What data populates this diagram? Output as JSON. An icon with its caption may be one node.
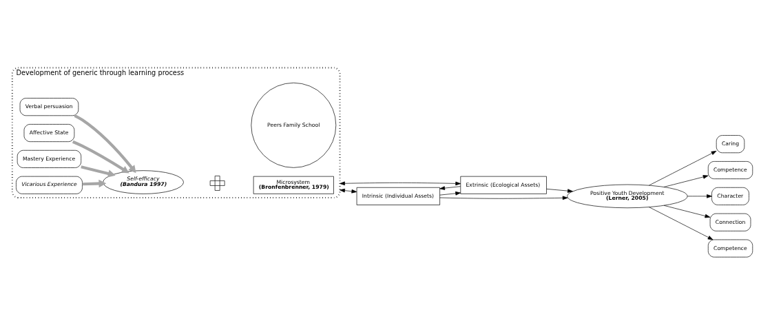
{
  "diagram": {
    "nodes": [
      {
        "text": [
          "Development of generic through learning process"
        ]
      },
      {
        "text": [
          "Verbal persuasion"
        ],
        "in": 0
      },
      {
        "text": [
          "Affective State"
        ],
        "in": 0
      },
      {
        "text": [
          "Mastery Experience"
        ],
        "in": 0
      },
      {
        "text": [
          "Self-efficacy",
          "(Bandura 1997)"
        ],
        "in": 0
      },
      {
        "text": [
          "Vicarious Experience"
        ],
        "in": 0
      },
      {
        "text": [],
        "shape": "cross",
        "in": 0
      },
      {
        "text": [
          "Microsystem",
          "(Bronfenbrenner, 1979)"
        ],
        "in": 0
      },
      {
        "text": [
          "Peers Family School"
        ],
        "in": 0
      },
      {
        "text": [
          "Intrinsic (Individual Assets)"
        ]
      },
      {
        "text": [
          "Extrinsic (Ecological Assets)"
        ]
      },
      {
        "text": [
          "Positive Youth Development",
          "(Lerner, 2005)"
        ]
      },
      {
        "text": [
          "Caring"
        ]
      },
      {
        "text": [
          "Competence"
        ]
      },
      {
        "text": [
          "Character"
        ]
      },
      {
        "text": [
          "Connection"
        ]
      },
      {
        "text": [
          "Competence"
        ]
      }
    ],
    "edges": [
      {
        "from": 1,
        "to": 4,
        "arrow": "to",
        "style": "thick",
        "color": "#a6a6a6"
      },
      {
        "from": 2,
        "to": 4,
        "arrow": "to",
        "style": "thick",
        "color": "#a6a6a6"
      },
      {
        "from": 3,
        "to": 4,
        "arrow": "to",
        "style": "thick",
        "color": "#a6a6a6"
      },
      {
        "from": 5,
        "to": 4,
        "arrow": "to",
        "style": "thick",
        "color": "#a6a6a6"
      },
      {
        "from": 0,
        "to": 9,
        "arrow": "both"
      },
      {
        "from": 0,
        "to": 10,
        "arrow": "both"
      },
      {
        "from": 9,
        "to": 10,
        "arrow": "to"
      },
      {
        "from": 10,
        "to": 9,
        "arrow": "to"
      },
      {
        "from": 9,
        "to": 11,
        "arrow": "to"
      },
      {
        "from": 10,
        "to": 11,
        "arrow": "to"
      },
      {
        "from": 11,
        "to": 12,
        "arrow": "to"
      },
      {
        "from": 11,
        "to": 13,
        "arrow": "to"
      },
      {
        "from": 11,
        "to": 14,
        "arrow": "to"
      },
      {
        "from": 11,
        "to": 15,
        "arrow": "to"
      },
      {
        "from": 11,
        "to": 16,
        "arrow": "to"
      }
    ]
  }
}
